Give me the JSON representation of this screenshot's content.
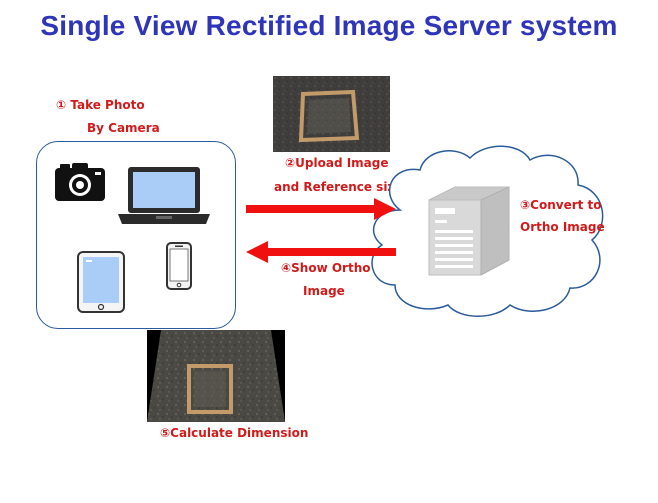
{
  "title": "Single View Rectified Image Server system",
  "steps": {
    "step1_line1": "① Take Photo",
    "step1_line2": "By Camera",
    "step2_line1": "②Upload Image",
    "step2_line2": "and Reference size",
    "step3_line1": "③Convert to",
    "step3_line2": "Ortho Image",
    "step4_line1": "④Show Ortho",
    "step4_line2": "Image",
    "step5": "⑤Calculate Dimension"
  },
  "icons": {
    "camera": "camera-icon",
    "laptop": "laptop-icon",
    "tablet": "tablet-icon",
    "phone": "smartphone-icon",
    "server": "server-icon",
    "cloud": "cloud-shape"
  },
  "colors": {
    "title": "#2f35b8",
    "label": "#d11b1b",
    "arrow": "#f01010",
    "box_border": "#2a5b9c",
    "cloud_border": "#2a5b9c",
    "server": "#d9d9d9"
  }
}
